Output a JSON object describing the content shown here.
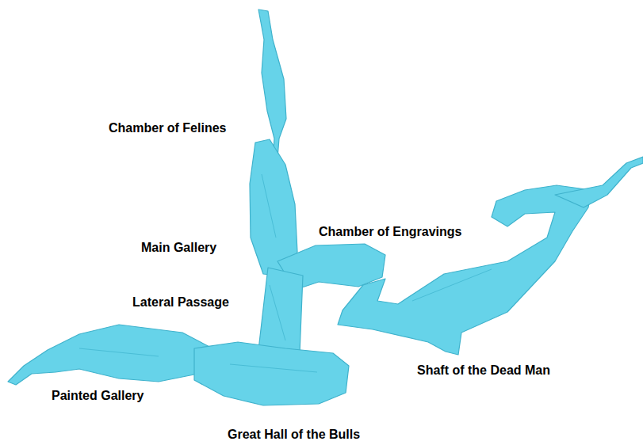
{
  "diagram": {
    "labels": [
      "Chamber of Felines",
      "Main Gallery",
      "Chamber of Engravings",
      "Lateral Passage",
      "Shaft of the Dead Man",
      "Painted Gallery",
      "Great Hall of the Bulls"
    ]
  }
}
